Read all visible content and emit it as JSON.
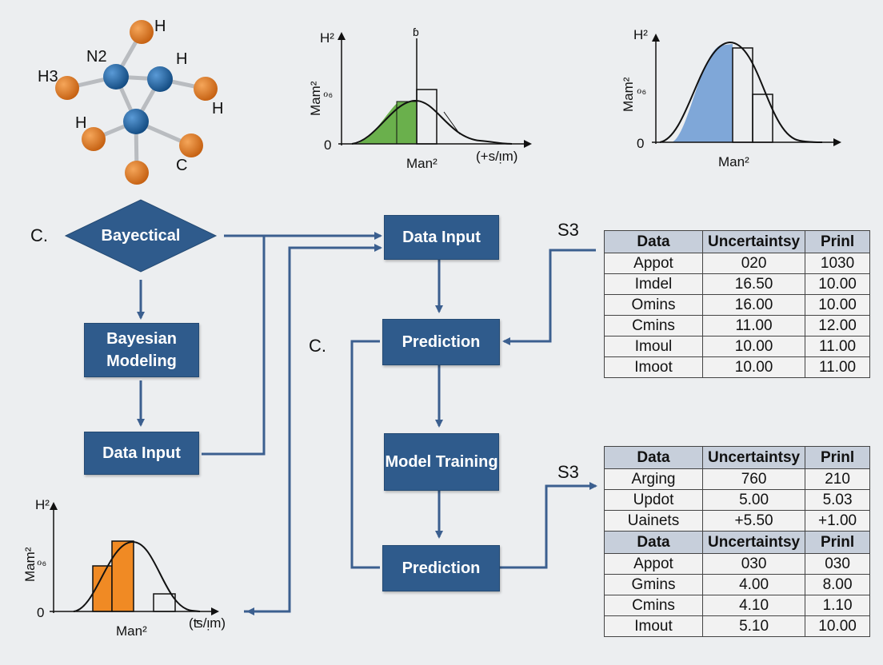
{
  "molecule": {
    "labels": [
      "H",
      "N2",
      "H",
      "H3",
      "H",
      "H",
      "C"
    ]
  },
  "section_labels": [
    "C.",
    "C."
  ],
  "s_labels": [
    "S3",
    "S3"
  ],
  "flow": {
    "bayectical": "Bayectical",
    "bayesian_modeling": "Bayesian Modeling",
    "data_input_left": "Data Input",
    "data_input_top": "Data Input",
    "prediction_1": "Prediction",
    "model_training": "Model Training",
    "prediction_2": "Prediction"
  },
  "chart_data": [
    {
      "type": "area",
      "ylabel": "Mam²",
      "y_top_label": "H²",
      "y_mid_label": "ℴ₆",
      "y_zero_label": "0",
      "xlabel": "Man²",
      "x_unit_label": "(+s/ᴉm)",
      "top_marker": "ɓ",
      "shaded_color": "#6ab04c"
    },
    {
      "type": "area",
      "ylabel": "Mam²",
      "y_top_label": "H²",
      "y_mid_label": "ℴ₆",
      "y_zero_label": "0",
      "xlabel": "Man²",
      "shaded_color": "#7fa7d8"
    },
    {
      "type": "bar",
      "ylabel": "Mam²",
      "y_top_label": "H²",
      "y_mid_label": "ℴ₆",
      "y_zero_label": "0",
      "xlabel": "Man²",
      "x_unit_label": "(ʦ/ᴉm)",
      "bar_color": "#f08a24"
    }
  ],
  "table1": {
    "headers": [
      "Data",
      "Uncertaintsy",
      "Prinl"
    ],
    "rows": [
      [
        "Appot",
        "020",
        "1030"
      ],
      [
        "Imdel",
        "16.50",
        "10.00"
      ],
      [
        "Omins",
        "16.00",
        "10.00"
      ],
      [
        "Cmins",
        "11.00",
        "12.00"
      ],
      [
        "Imoul",
        "10.00",
        "11.00"
      ],
      [
        "Imoot",
        "10.00",
        "11.00"
      ]
    ]
  },
  "table2": {
    "headers": [
      "Data",
      "Uncertaintsy",
      "Prinl"
    ],
    "rows": [
      [
        "Arging",
        "760",
        "210"
      ],
      [
        "Updot",
        "5.00",
        "5.03"
      ],
      [
        "Uainets",
        "+5.50",
        "+1.00"
      ]
    ]
  },
  "table3": {
    "headers": [
      "Data",
      "Uncertaintsy",
      "Prinl"
    ],
    "rows": [
      [
        "Appot",
        "030",
        "030"
      ],
      [
        "Gmins",
        "4.00",
        "8.00"
      ],
      [
        "Cmins",
        "4.10",
        "1.10"
      ],
      [
        "Imout",
        "5.10",
        "10.00"
      ]
    ]
  },
  "colors": {
    "box": "#2f5b8c",
    "arrow": "#3b5f8f",
    "atom_blue": "#1f5f99",
    "atom_orange": "#e07a1f"
  }
}
